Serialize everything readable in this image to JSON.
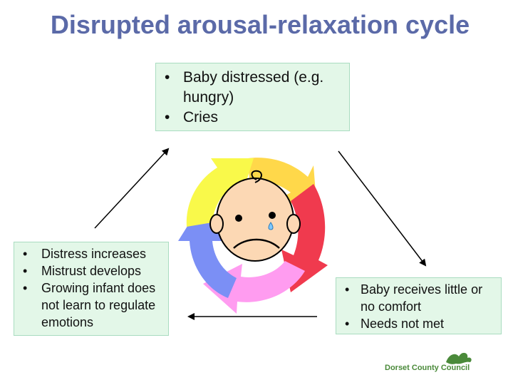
{
  "title": "Disrupted arousal-relaxation cycle",
  "boxes": {
    "top": [
      "Baby distressed (e.g. hungry)",
      "Cries"
    ],
    "right": [
      "Baby receives little or no comfort",
      "Needs not met"
    ],
    "left": [
      "Distress increases",
      "Mistrust develops",
      "Growing infant does not learn to regulate emotions"
    ]
  },
  "logo": {
    "text": "Dorset County Council",
    "icon": "dragon-icon"
  },
  "colors": {
    "title": "#5b6aa8",
    "box_fill": "#e3f7e8",
    "wheel": [
      "#ffd84a",
      "#f03a4e",
      "#ff9cf0",
      "#7b8ff5",
      "#f9f94a"
    ],
    "logo": "#4a8a3a"
  }
}
